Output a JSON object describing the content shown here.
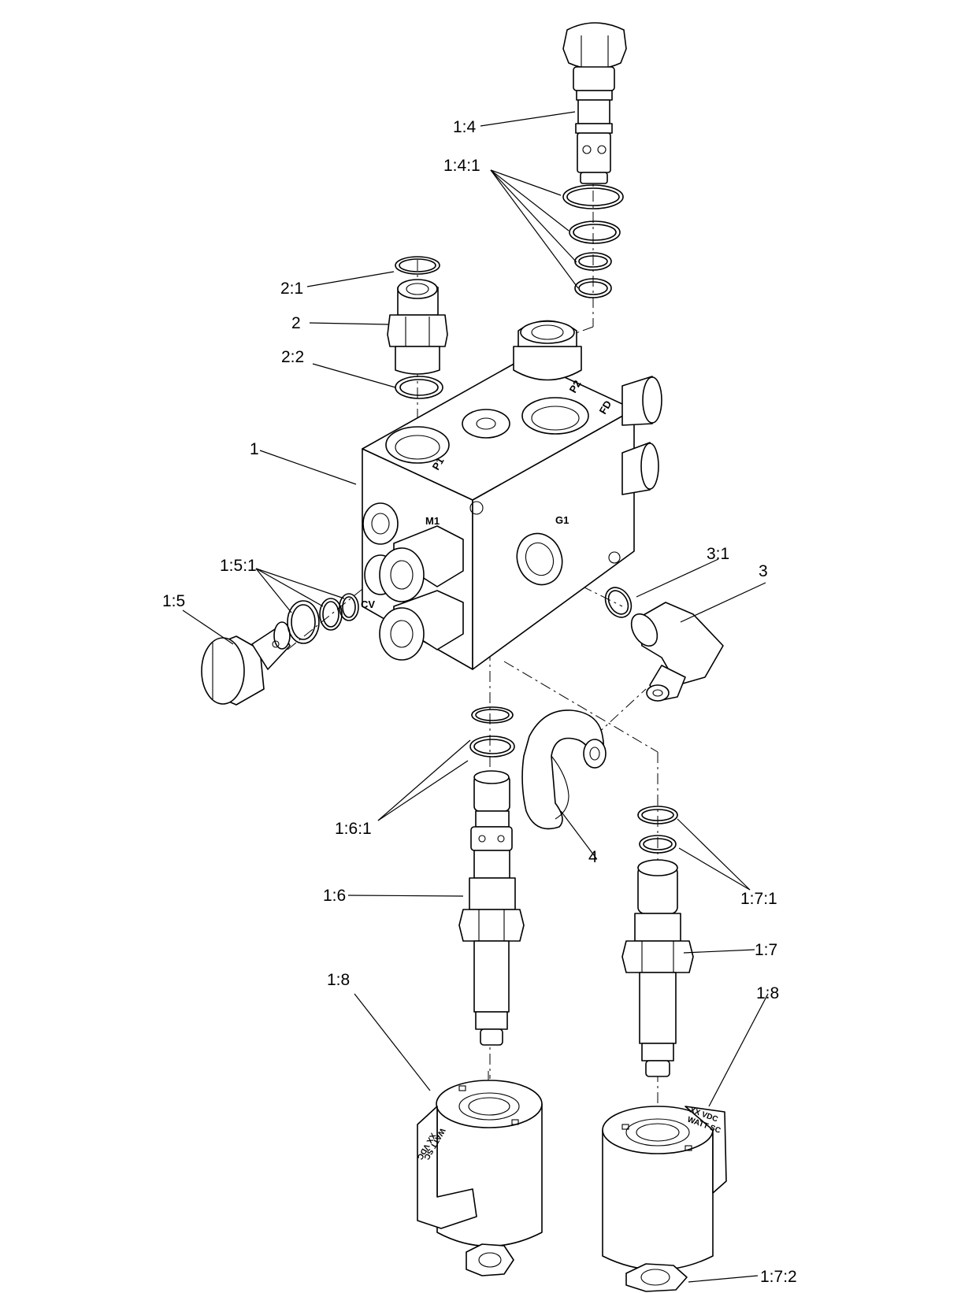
{
  "callouts": {
    "c1_4": "1:4",
    "c1_4_1": "1:4:1",
    "c2_1": "2:1",
    "c2": "2",
    "c2_2": "2:2",
    "c1": "1",
    "c1_5_1": "1:5:1",
    "c1_5": "1:5",
    "c3_1": "3:1",
    "c3": "3",
    "c1_6_1": "1:6:1",
    "c4": "4",
    "c1_7_1": "1:7:1",
    "c1_6": "1:6",
    "c1_7": "1:7",
    "c1_8_left": "1:8",
    "c1_8_right": "1:8",
    "c1_7_2": "1:7:2"
  },
  "port_labels": {
    "p1": "P1",
    "p2": "P2",
    "fd": "FD",
    "m1": "M1",
    "g1": "G1",
    "cv": "CV"
  },
  "coil_markings": {
    "left_line1": "XX VDC",
    "left_line2": "WATT SC",
    "right_line1": "XX VDC",
    "right_line2": "WATT SC"
  }
}
